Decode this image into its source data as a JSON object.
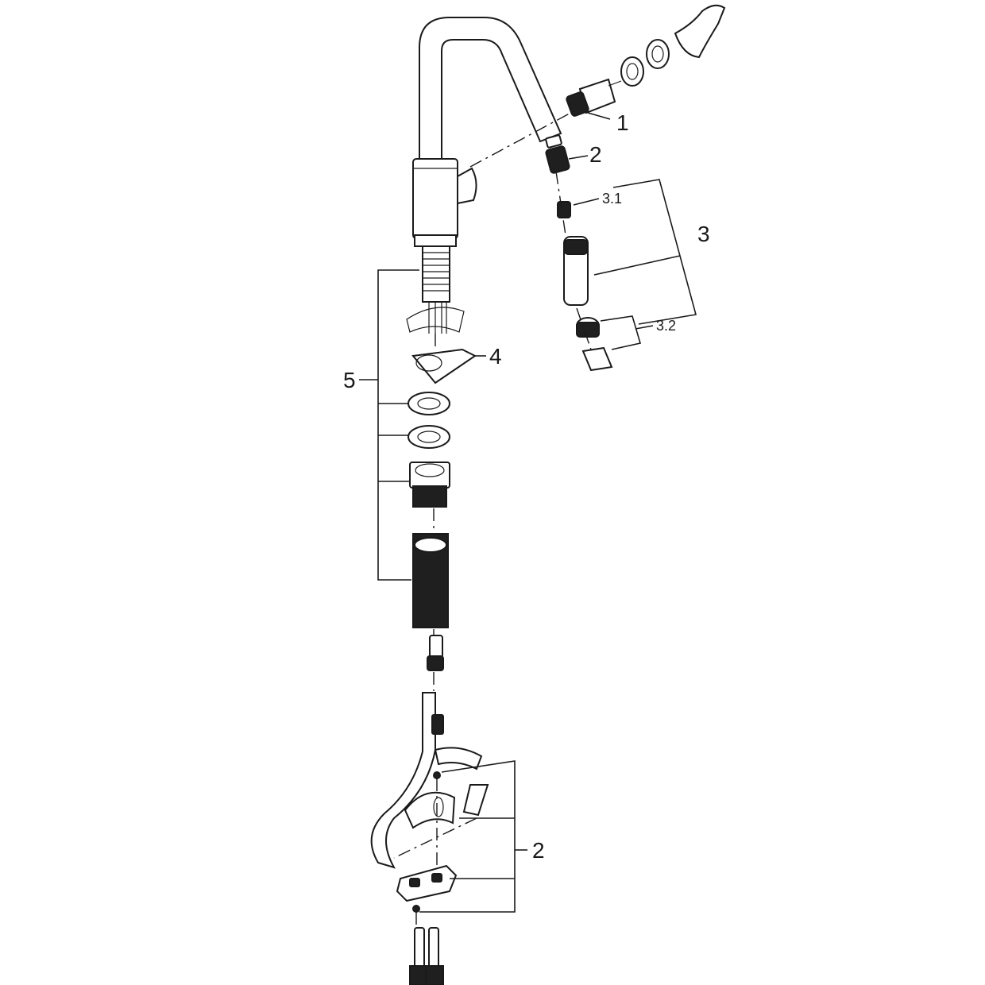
{
  "diagram": {
    "labels": {
      "cartridge": "1",
      "hose_connector": "2",
      "aerator_set": "3",
      "aerator_set_sub1": "3.1",
      "aerator_set_sub2": "3.2",
      "fixing_plate": "4",
      "fixing_set": "5",
      "hose_assembly": "2"
    }
  }
}
